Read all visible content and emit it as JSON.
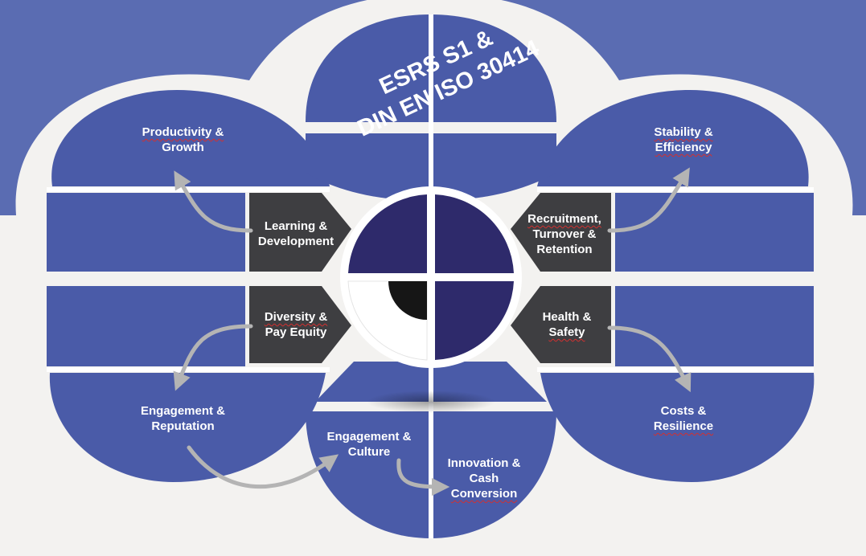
{
  "title_lines": [
    "ESRS S1 &",
    "DIN EN ISO 30414"
  ],
  "colors": {
    "petal_blue": "#4a5ba8",
    "center_dark": "#2e2a6b",
    "box_dark": "#3e3e41",
    "background_band": "#5a6cb2",
    "separator": "#ffffff",
    "arrow": "#b4b4b4"
  },
  "outer_labels": {
    "productivity": [
      "Productivity &",
      "Growth"
    ],
    "stability": [
      "Stability &",
      "Efficiency"
    ],
    "engagement_reputation": [
      "Engagement &",
      "Reputation"
    ],
    "costs": [
      "Costs &",
      "Resilience"
    ],
    "engagement_culture": [
      "Engagement &",
      "Culture"
    ],
    "innovation": [
      "Innovation &",
      "Cash",
      "Conversion"
    ]
  },
  "inner_boxes": {
    "learning": [
      "Learning &",
      "Development"
    ],
    "recruitment": [
      "Recruitment,",
      "Turnover &",
      "Retention"
    ],
    "diversity": [
      "Diversity &",
      "Pay Equity"
    ],
    "health": [
      "Health &",
      "Safety"
    ]
  },
  "center_icon": "quadrant-dial-icon"
}
